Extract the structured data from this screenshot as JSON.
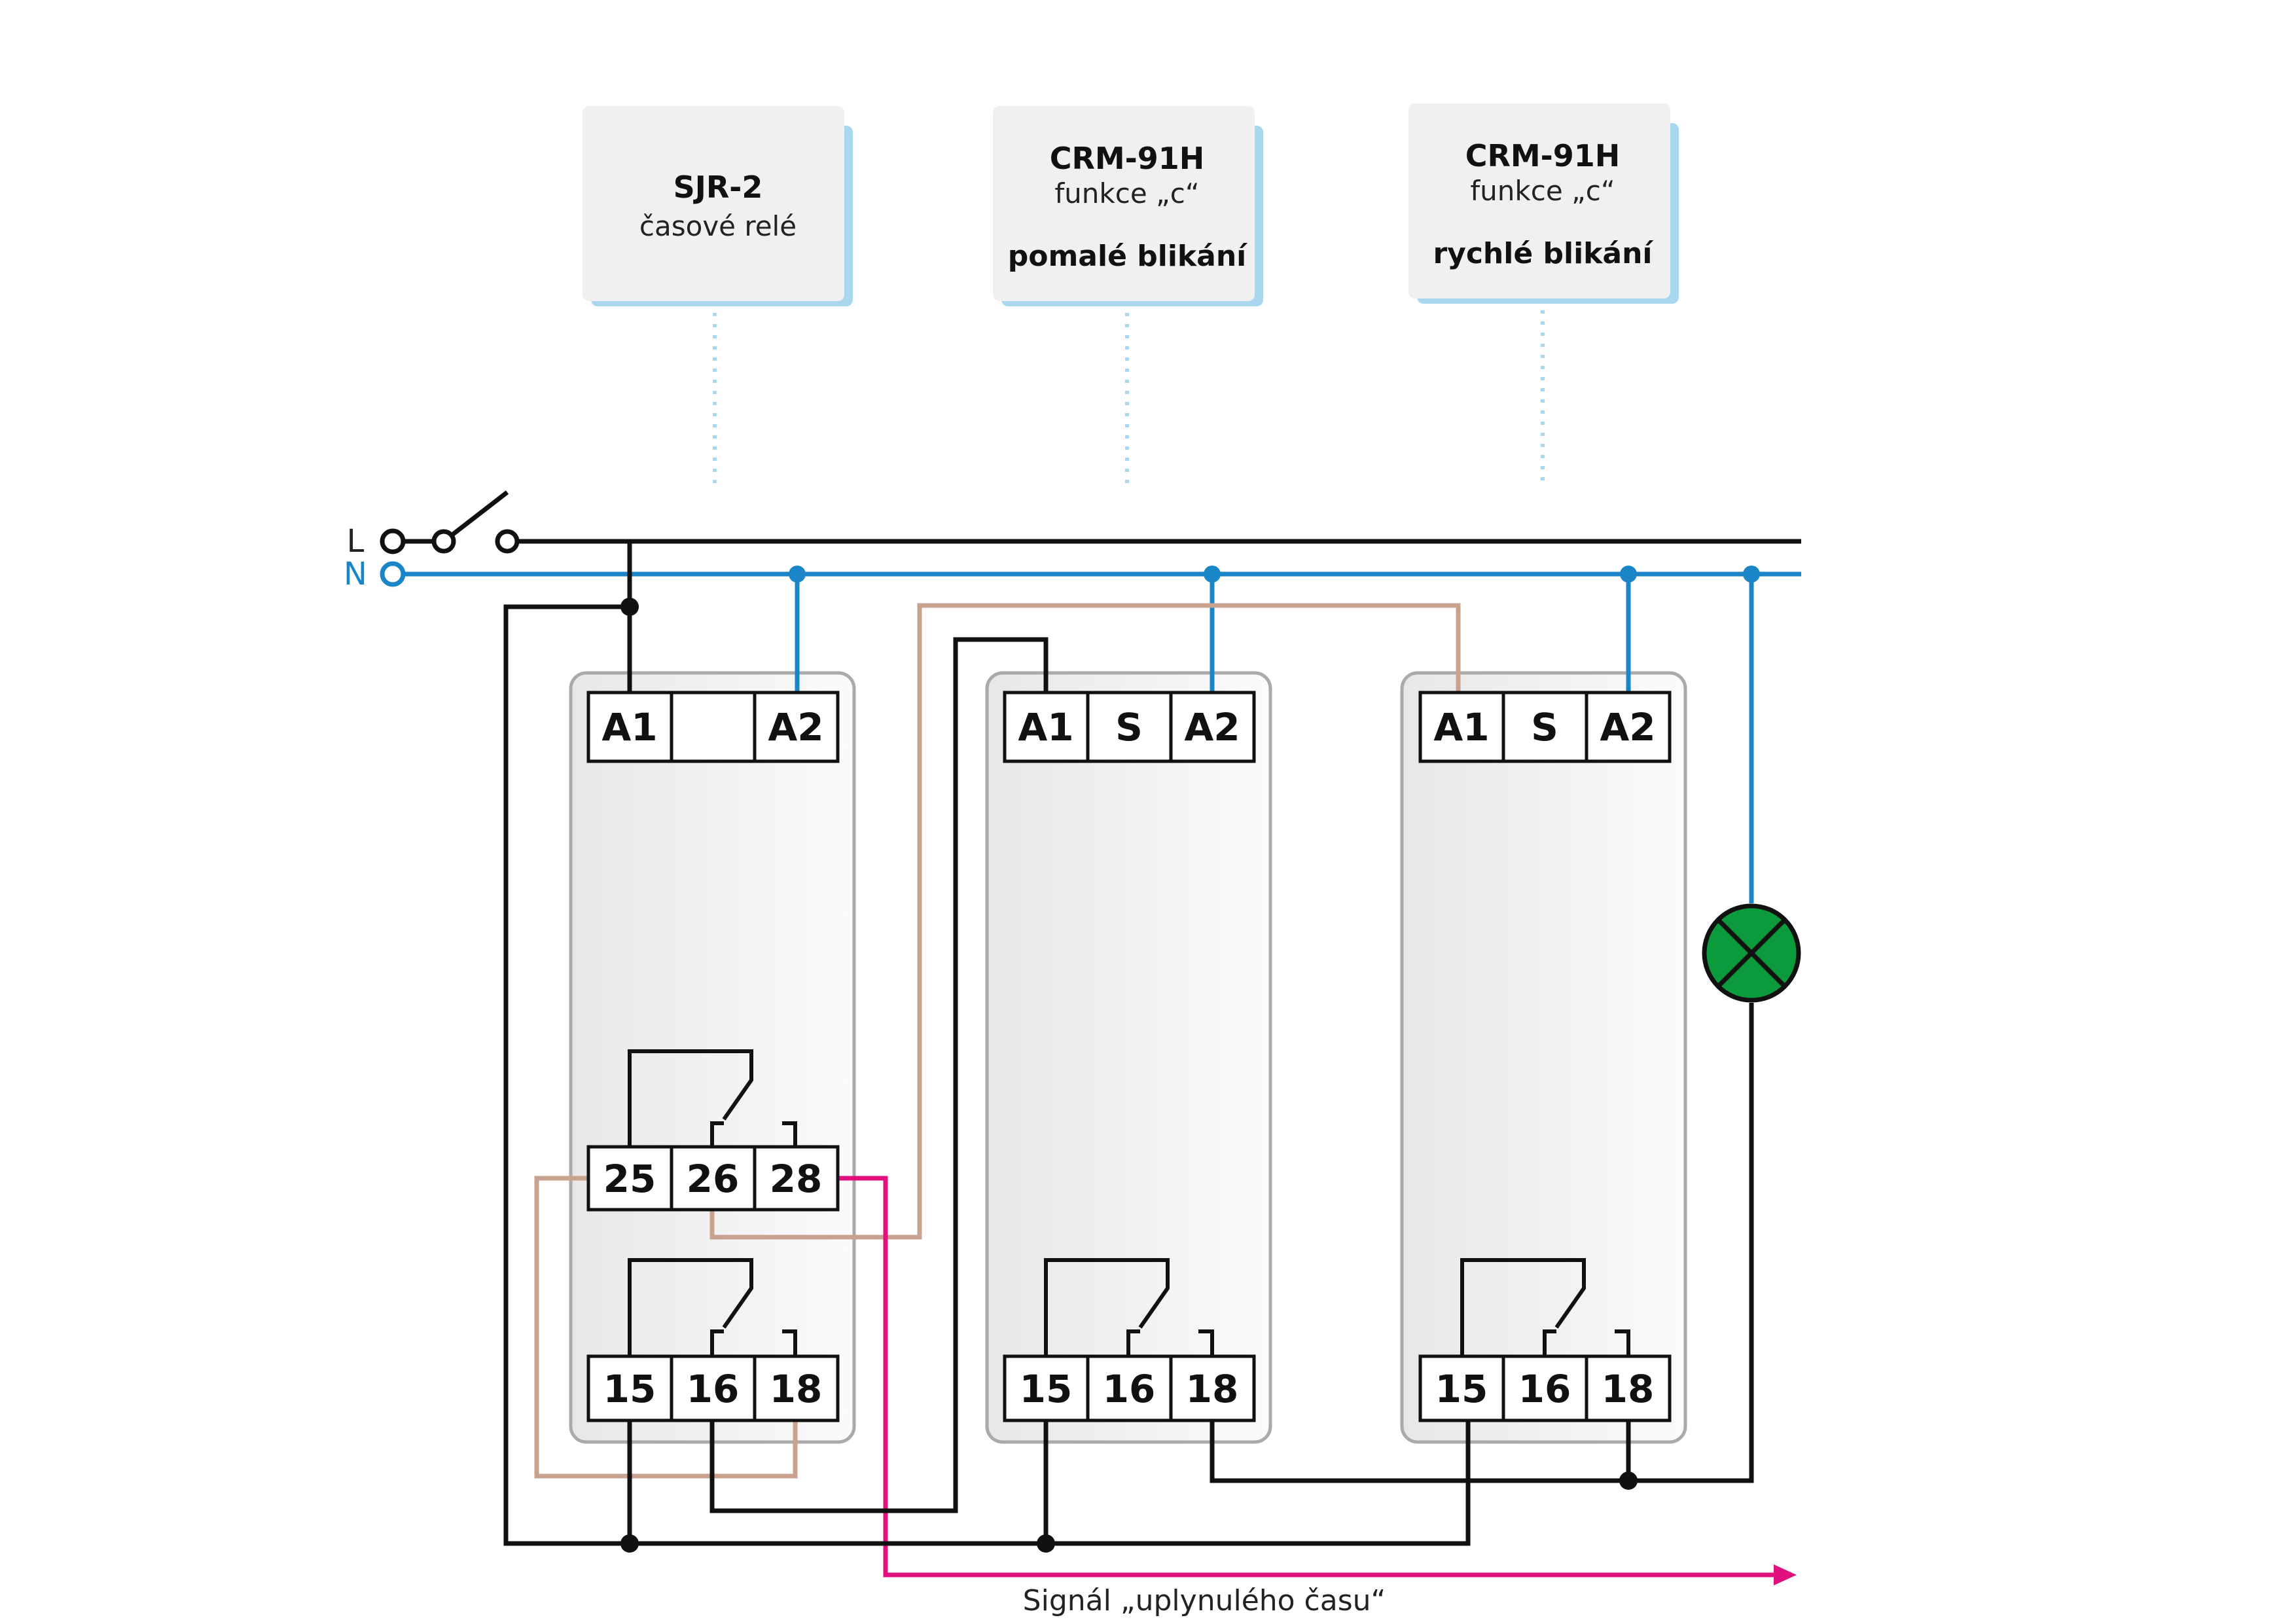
{
  "labels": {
    "relay1_title": "SJR-2",
    "relay1_subtitle": "časové relé",
    "relay2_title": "CRM-91H",
    "relay2_function": "funkce „c“",
    "relay2_mode": "pomalé blikání",
    "relay3_title": "CRM-91H",
    "relay3_function": "funkce „c“",
    "relay3_mode": "rychlé blikání",
    "line_L": "L",
    "line_N": "N",
    "signal": "Signál „uplynulého času“"
  },
  "terminals": {
    "r1_top": [
      "A1",
      "",
      "A2"
    ],
    "r1_mid": [
      "25",
      "26",
      "28"
    ],
    "r1_bot": [
      "15",
      "16",
      "18"
    ],
    "r2_top": [
      "A1",
      "S",
      "A2"
    ],
    "r2_bot": [
      "15",
      "16",
      "18"
    ],
    "r3_top": [
      "A1",
      "S",
      "A2"
    ],
    "r3_bot": [
      "15",
      "16",
      "18"
    ]
  },
  "colors": {
    "phase": "#111111",
    "neutral": "#1a86c7",
    "control": "#c9a18f",
    "signal": "#e0107e",
    "lamp": "#0b9a3c",
    "callout_border": "#a8d8f0"
  }
}
